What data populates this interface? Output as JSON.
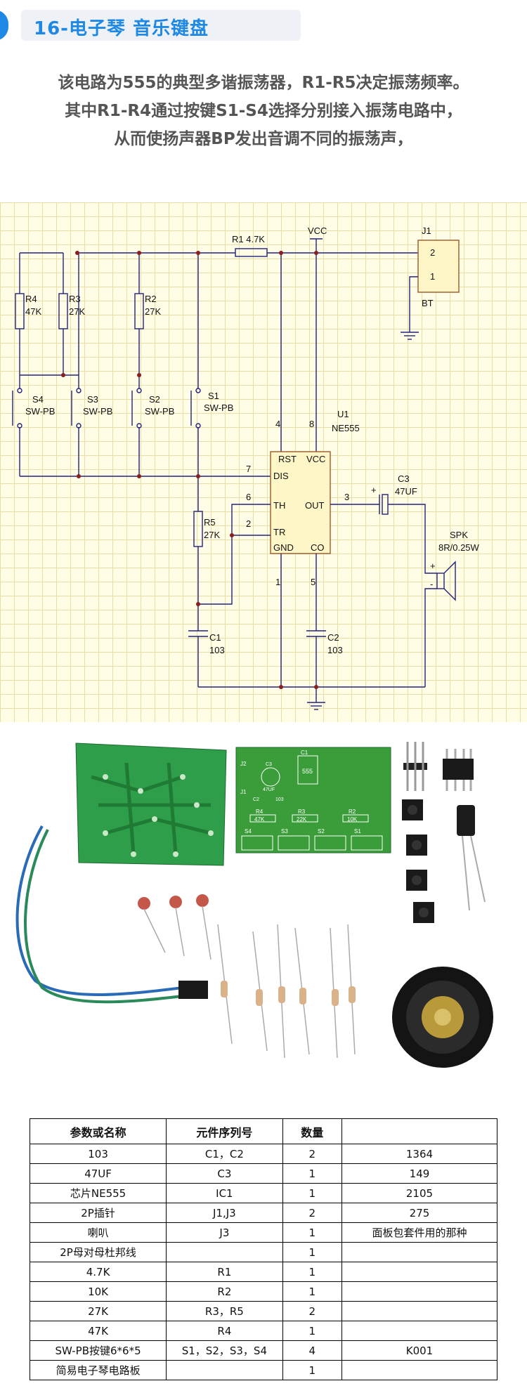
{
  "header": {
    "title": "16-电子琴 音乐键盘"
  },
  "description": [
    "该电路为555的典型多谐振荡器，R1-R5决定振荡频率。",
    "其中R1-R4通过按键S1-S4选择分别接入振荡电路中，",
    "从而使扬声器BP发出音调不同的振荡声，"
  ],
  "schematic": {
    "r1": "R1 4.7K",
    "vcc": "VCC",
    "j1": "J1",
    "j1_pin2": "2",
    "j1_pin1": "1",
    "j1_bt": "BT",
    "r4": "R4",
    "r4_val": "47K",
    "r3": "R3",
    "r3_val": "27K",
    "r2": "R2",
    "r2_val": "27K",
    "s4": "S4",
    "s4_type": "SW-PB",
    "s3": "S3",
    "s3_type": "SW-PB",
    "s2": "S2",
    "s2_type": "SW-PB",
    "s1": "S1",
    "s1_type": "SW-PB",
    "u1": "U1",
    "u1_part": "NE555",
    "pin_rst": "RST",
    "pin_vcc": "VCC",
    "pin_dis": "DIS",
    "pin_th": "TH",
    "pin_out": "OUT",
    "pin_tr": "TR",
    "pin_gnd": "GND",
    "pin_co": "CO",
    "num4": "4",
    "num8": "8",
    "num7": "7",
    "num6": "6",
    "num2": "2",
    "num3": "3",
    "num1": "1",
    "num5": "5",
    "r5": "R5",
    "r5_val": "27K",
    "c3": "C3",
    "c3_val": "47UF",
    "spk": "SPK",
    "spk_val": "8R/0.25W",
    "plus": "+",
    "minus": "-",
    "c1": "C1",
    "c1_val": "103",
    "c2": "C2",
    "c2_val": "103"
  },
  "photo": {
    "pcb_labels": {
      "c1": "C1",
      "s4": "S4",
      "s3": "S3",
      "s2": "S2",
      "s1": "S1",
      "r4": "R4",
      "r4_val": "47K",
      "r3": "R3",
      "r3_val": "22K",
      "r2": "R2",
      "r2_val": "10K",
      "chip": "555",
      "j2": "J2",
      "j1": "J1",
      "c3": "C3",
      "c3_val": "47UF",
      "c2": "C2",
      "cap103": "103"
    }
  },
  "table": {
    "headers": [
      "参数或名称",
      "元件序列号",
      "数量",
      ""
    ],
    "rows": [
      [
        "103",
        "C1，C2",
        "2",
        "1364"
      ],
      [
        "47UF",
        "C3",
        "1",
        "149"
      ],
      [
        "芯片NE555",
        "IC1",
        "1",
        "2105"
      ],
      [
        "2P插针",
        "J1,J3",
        "2",
        "275"
      ],
      [
        "喇叭",
        "J3",
        "1",
        "面板包套件用的那种"
      ],
      [
        "2P母对母杜邦线",
        "",
        "1",
        ""
      ],
      [
        "4.7K",
        "R1",
        "1",
        ""
      ],
      [
        "10K",
        "R2",
        "1",
        ""
      ],
      [
        "27K",
        "R3，R5",
        "2",
        ""
      ],
      [
        "47K",
        "R4",
        "1",
        ""
      ],
      [
        "SW-PB按键6*6*5",
        "S1，S2，S3，S4",
        "4",
        "K001"
      ],
      [
        "简易电子琴电路板",
        "",
        "1",
        ""
      ]
    ]
  }
}
